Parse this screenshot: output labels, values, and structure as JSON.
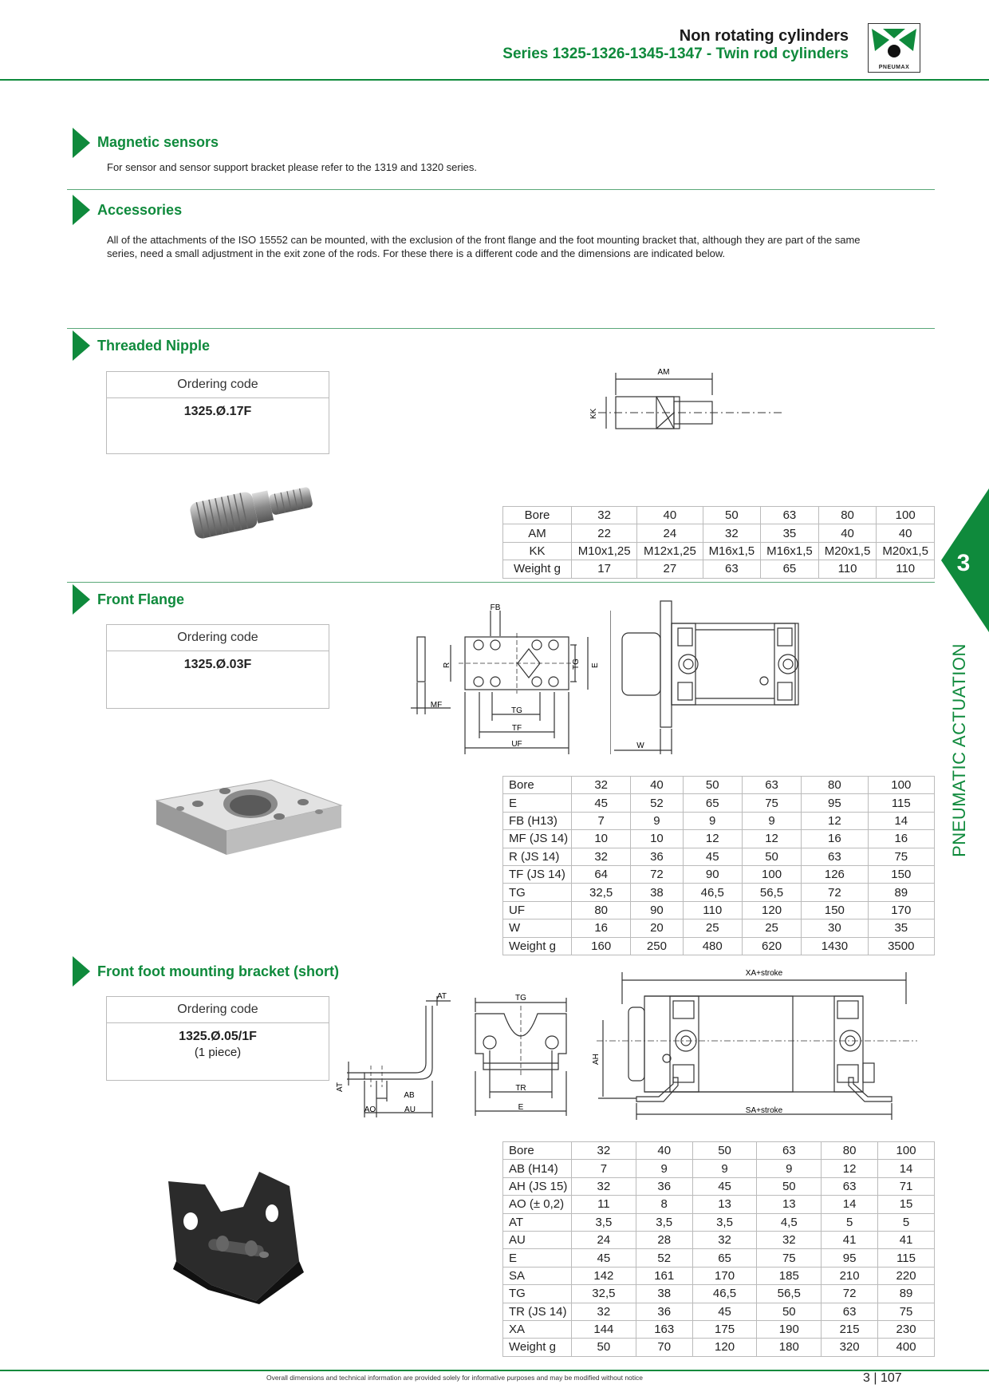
{
  "header": {
    "title": "Non rotating cylinders",
    "subtitle": "Series 1325-1326-1345-1347 - Twin rod cylinders",
    "logo_text": "PNEUMAX"
  },
  "side_tab": {
    "number": "3",
    "label": "PNEUMATIC ACTUATION"
  },
  "colors": {
    "accent": "#0f8a3c"
  },
  "magnetic": {
    "title": "Magnetic sensors",
    "text": "For sensor and sensor support bracket please refer to the 1319 and 1320 series."
  },
  "accessories": {
    "title": "Accessories",
    "text": "All of the attachments of the ISO 15552 can be mounted, with the exclusion of the front flange and the foot mounting bracket that, although they are part of the same series, need a small adjustment in the exit zone of the rods. For these there is a different code and the dimensions are indicated below."
  },
  "nipple": {
    "title": "Threaded Nipple",
    "order_label": "Ordering code",
    "order_code": "1325.Ø.17F",
    "dim_labels": {
      "am": "AM",
      "kk": "KK"
    },
    "table": [
      [
        "Bore",
        "32",
        "40",
        "50",
        "63",
        "80",
        "100"
      ],
      [
        "AM",
        "22",
        "24",
        "32",
        "35",
        "40",
        "40"
      ],
      [
        "KK",
        "M10x1,25",
        "M12x1,25",
        "M16x1,5",
        "M16x1,5",
        "M20x1,5",
        "M20x1,5"
      ],
      [
        "Weight g",
        "17",
        "27",
        "63",
        "65",
        "110",
        "110"
      ]
    ]
  },
  "flange": {
    "title": "Front Flange",
    "order_label": "Ordering code",
    "order_code": "1325.Ø.03F",
    "dim_labels": {
      "fb": "FB",
      "r": "R",
      "mf": "MF",
      "tg": "TG",
      "e": "E",
      "tf": "TF",
      "uf": "UF",
      "w": "W"
    },
    "table": [
      [
        "Bore",
        "32",
        "40",
        "50",
        "63",
        "80",
        "100"
      ],
      [
        "E",
        "45",
        "52",
        "65",
        "75",
        "95",
        "115"
      ],
      [
        "FB (H13)",
        "7",
        "9",
        "9",
        "9",
        "12",
        "14"
      ],
      [
        "MF (JS 14)",
        "10",
        "10",
        "12",
        "12",
        "16",
        "16"
      ],
      [
        "R (JS 14)",
        "32",
        "36",
        "45",
        "50",
        "63",
        "75"
      ],
      [
        "TF (JS 14)",
        "64",
        "72",
        "90",
        "100",
        "126",
        "150"
      ],
      [
        "TG",
        "32,5",
        "38",
        "46,5",
        "56,5",
        "72",
        "89"
      ],
      [
        "UF",
        "80",
        "90",
        "110",
        "120",
        "150",
        "170"
      ],
      [
        "W",
        "16",
        "20",
        "25",
        "25",
        "30",
        "35"
      ],
      [
        "Weight g",
        "160",
        "250",
        "480",
        "620",
        "1430",
        "3500"
      ]
    ]
  },
  "foot": {
    "title": "Front foot mounting bracket (short)",
    "order_label": "Ordering code",
    "order_code": "1325.Ø.05/1F",
    "order_note": "(1 piece)",
    "dim_labels": {
      "at": "AT",
      "ab": "AB",
      "ao": "AO",
      "au": "AU",
      "tg": "TG",
      "tr": "TR",
      "e": "E",
      "ah": "AH",
      "xa": "XA+stroke",
      "sa": "SA+stroke"
    },
    "table": [
      [
        "Bore",
        "32",
        "40",
        "50",
        "63",
        "80",
        "100"
      ],
      [
        "AB (H14)",
        "7",
        "9",
        "9",
        "9",
        "12",
        "14"
      ],
      [
        "AH (JS 15)",
        "32",
        "36",
        "45",
        "50",
        "63",
        "71"
      ],
      [
        "AO (± 0,2)",
        "11",
        "8",
        "13",
        "13",
        "14",
        "15"
      ],
      [
        "AT",
        "3,5",
        "3,5",
        "3,5",
        "4,5",
        "5",
        "5"
      ],
      [
        "AU",
        "24",
        "28",
        "32",
        "32",
        "41",
        "41"
      ],
      [
        "E",
        "45",
        "52",
        "65",
        "75",
        "95",
        "115"
      ],
      [
        "SA",
        "142",
        "161",
        "170",
        "185",
        "210",
        "220"
      ],
      [
        "TG",
        "32,5",
        "38",
        "46,5",
        "56,5",
        "72",
        "89"
      ],
      [
        "TR (JS 14)",
        "32",
        "36",
        "45",
        "50",
        "63",
        "75"
      ],
      [
        "XA",
        "144",
        "163",
        "175",
        "190",
        "215",
        "230"
      ],
      [
        "Weight g",
        "50",
        "70",
        "120",
        "180",
        "320",
        "400"
      ]
    ]
  },
  "footer": {
    "note": "Overall dimensions and technical information are provided solely for informative purposes and may be modified without notice",
    "page": "3 | 107"
  }
}
